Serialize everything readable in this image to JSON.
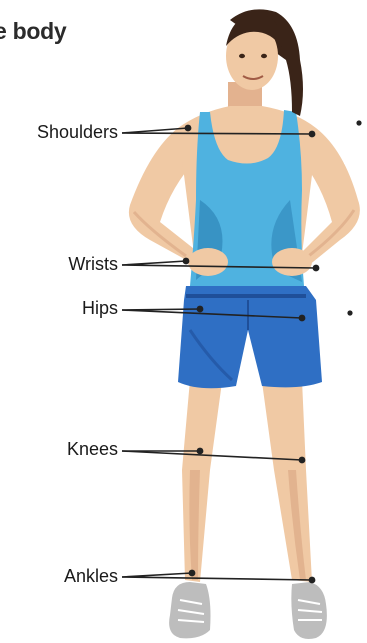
{
  "title": "e body",
  "labels": {
    "shoulders": "Shoulders",
    "wrists": "Wrists",
    "hips": "Hips",
    "knees": "Knees",
    "ankles": "Ankles"
  },
  "colors": {
    "skin": "#f0c9a4",
    "skin_shadow": "#d9a582",
    "tank_top": "#4fb2e0",
    "tank_shade": "#2f86b8",
    "shorts": "#2f6fc4",
    "shorts_shade": "#1f4f99",
    "hair": "#3a2418",
    "shoe": "#b9b9b9",
    "line": "#222222"
  }
}
